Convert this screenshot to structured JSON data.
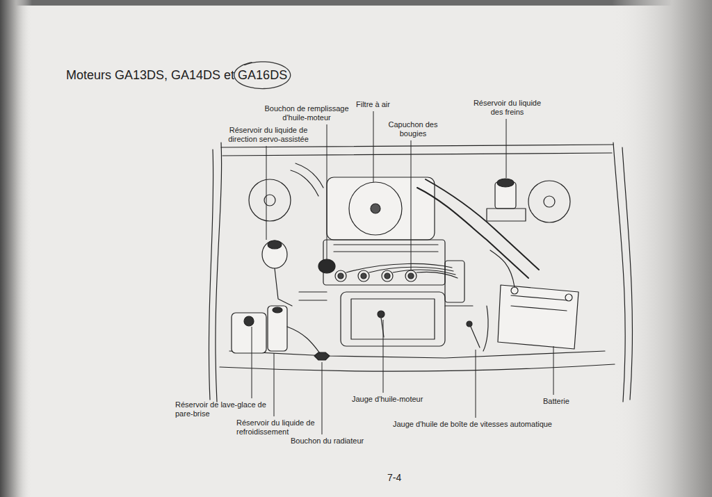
{
  "diagram": {
    "title": "Moteurs GA13DS, GA14DS et GA16DS",
    "labels": [
      "Bouchon de remplissage d'huile-moteur",
      "Filtre à air",
      "Réservoir du liquide des freins",
      "Réservoir du liquide de direction servo-assistée",
      "Capuchon des bougies",
      "Réservoir de lave-glace de pare-brise",
      "Réservoir du liquide de refroidissement",
      "Bouchon du radiateur",
      "Jauge d'huile-moteur",
      "Batterie",
      "Jauge d'huile de boîte de vitesses automatique",
      "7-4"
    ]
  }
}
